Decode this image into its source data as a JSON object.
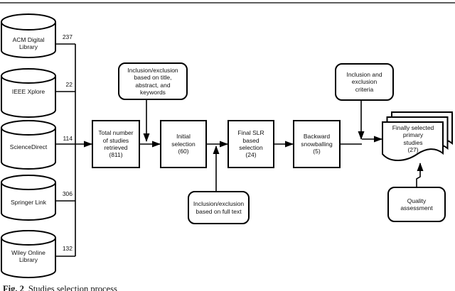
{
  "figure": {
    "caption_label": "Fig. 2",
    "caption_text": "Studies selection process"
  },
  "colors": {
    "stroke": "#000000",
    "background": "#ffffff",
    "top_rule": "#4d4d4d",
    "text": "#111111"
  },
  "databases": [
    {
      "name": "ACM Digital\nLibrary",
      "count": "237"
    },
    {
      "name": "IEEE Xplore",
      "count": "22"
    },
    {
      "name": "ScienceDirect",
      "count": "114"
    },
    {
      "name": "Springer Link",
      "count": "306"
    },
    {
      "name": "Wiley Online\nLibrary",
      "count": "132"
    }
  ],
  "flow": {
    "total_retrieved": "Total number\nof studies\nretrieved\n(811)",
    "initial_selection": "Initial\nselection\n(60)",
    "final_slr_selection": "Final SLR\nbased\nselection\n(24)",
    "backward_snowballing": "Backward\nsnowballing\n(5)",
    "final_primary_studies": "Finally selected\nprimary\nstudies\n(27)"
  },
  "criteria": {
    "title_abstract_keywords": "Inclusion/exclusion\nbased on title,\nabstract, and\nkeywords",
    "full_text": "Inclusion/exclusion\nbased on full text",
    "inclusion_exclusion": "Inclusion and\nexclusion\ncriteria",
    "quality_assessment": "Quality\nassessment"
  }
}
